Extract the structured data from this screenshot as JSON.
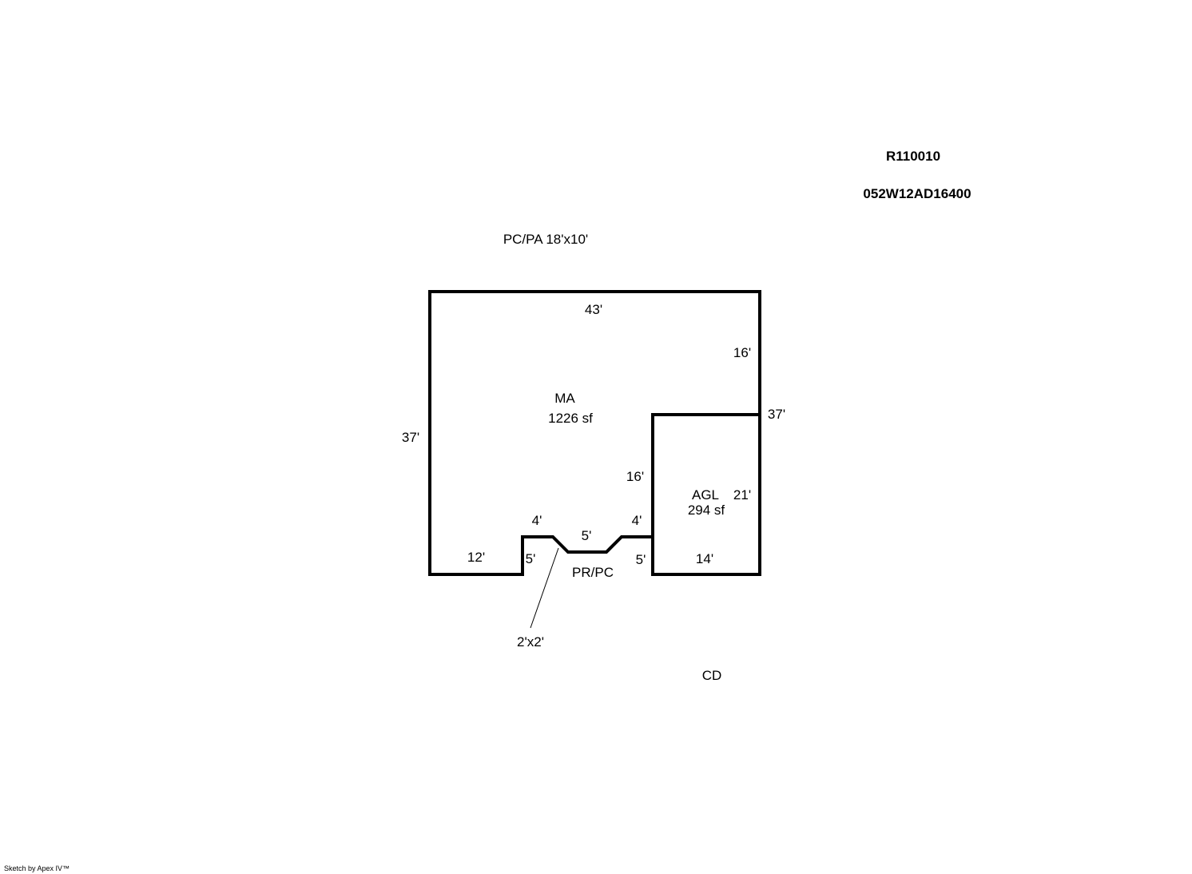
{
  "header": {
    "parcel_id": "R110010",
    "map_number": "052W12AD16400"
  },
  "notes": {
    "porch_patio": "PC/PA 18'x10'",
    "carport_deck": "CD",
    "stoop": "2'x2'",
    "porch": "PR/PC"
  },
  "areas": {
    "main": {
      "code": "MA",
      "size": "1226 sf"
    },
    "garage": {
      "code": "AGL",
      "size": "294 sf"
    }
  },
  "dimensions": {
    "top": "43'",
    "right_upper": "16'",
    "right_total": "37'",
    "left": "37'",
    "garage_left": "16'",
    "garage_right": "21'",
    "garage_bottom": "14'",
    "bottom_left": "12'",
    "notch_left_height": "5'",
    "notch_left_width": "4'",
    "notch_middle": "5'",
    "notch_right_width": "4'",
    "notch_right_height": "5'"
  },
  "footer": {
    "credit": "Sketch by Apex IV™"
  }
}
